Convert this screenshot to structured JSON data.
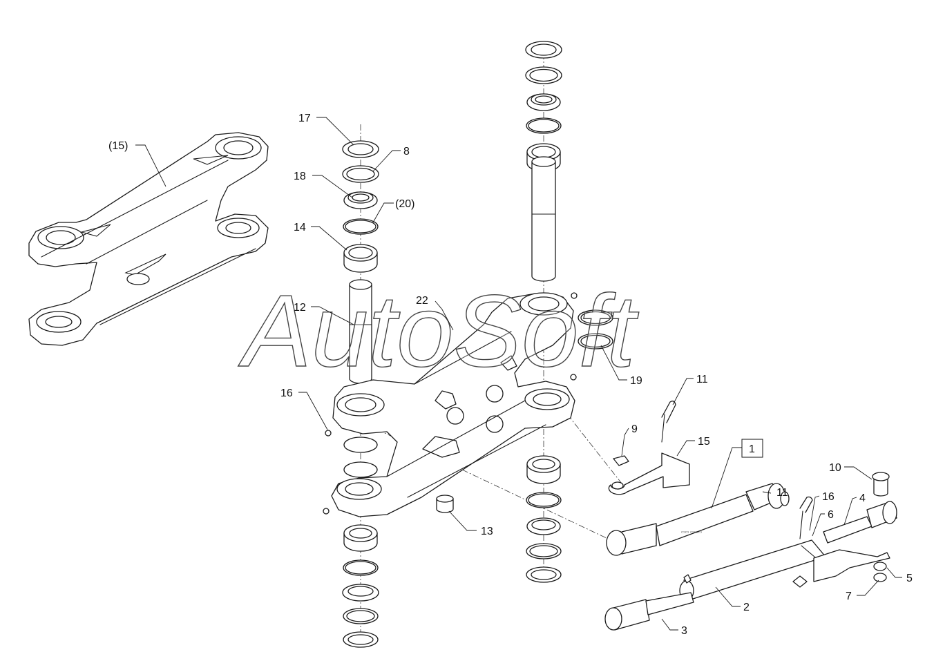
{
  "watermark": "AutoSoft",
  "callouts": {
    "c_15p": "(15)",
    "c_17": "17",
    "c_8": "8",
    "c_18": "18",
    "c_20p": "(20)",
    "c_14": "14",
    "c_12": "12",
    "c_22": "22",
    "c_16a": "16",
    "c_19": "19",
    "c_11a": "11",
    "c_9": "9",
    "c_15": "15",
    "c_1": "1",
    "c_11b": "11",
    "c_10": "10",
    "c_16b": "16",
    "c_6": "6",
    "c_4": "4",
    "c_5": "5",
    "c_7": "7",
    "c_2": "2",
    "c_3": "3",
    "c_13": "13"
  },
  "colors": {
    "line": "#1a1a1a",
    "background": "#ffffff"
  }
}
